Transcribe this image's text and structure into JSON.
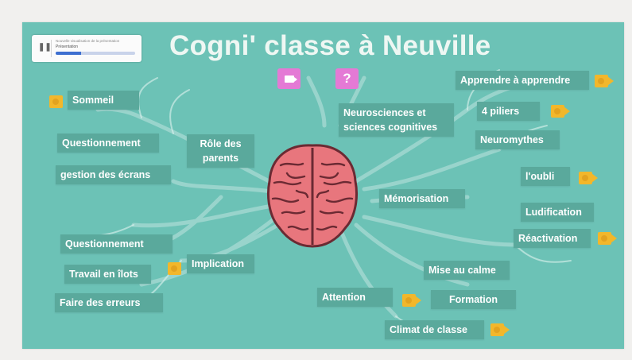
{
  "title": "Cogni' classe à Neuville",
  "player": {
    "meta_text": "Nouvelle visualisation de la présentation",
    "subtitle": "Présentation",
    "pause_icon": "pause-icon",
    "progress": 0.32
  },
  "toolbar_icons": {
    "video": "video-icon",
    "help": "?"
  },
  "topics": {
    "sommeil": "Sommeil",
    "questionnement_top": "Questionnement",
    "gestion_ecrans": "gestion des écrans",
    "role_parents": "Rôle des parents",
    "questionnement_bottom": "Questionnement",
    "travail_ilots": "Travail en îlots",
    "faire_erreurs": "Faire des erreurs",
    "implication": "Implication",
    "apprendre": "Apprendre à apprendre",
    "neurosciences": "Neurosciences et sciences cognitives",
    "piliers": "4 piliers",
    "neuromythes": "Neuromythes",
    "oubli": "l'oubli",
    "memorisation": "Mémorisation",
    "ludification": "Ludification",
    "reactivation": "Réactivation",
    "mise_calme": "Mise au calme",
    "attention": "Attention",
    "formation": "Formation",
    "climat": "Climat de classe"
  },
  "colors": {
    "background": "#6cc2b6",
    "topic": "#5aa99c",
    "camera": "#f2b72b",
    "tile": "#e47ad5",
    "brain": "#e8767d"
  }
}
